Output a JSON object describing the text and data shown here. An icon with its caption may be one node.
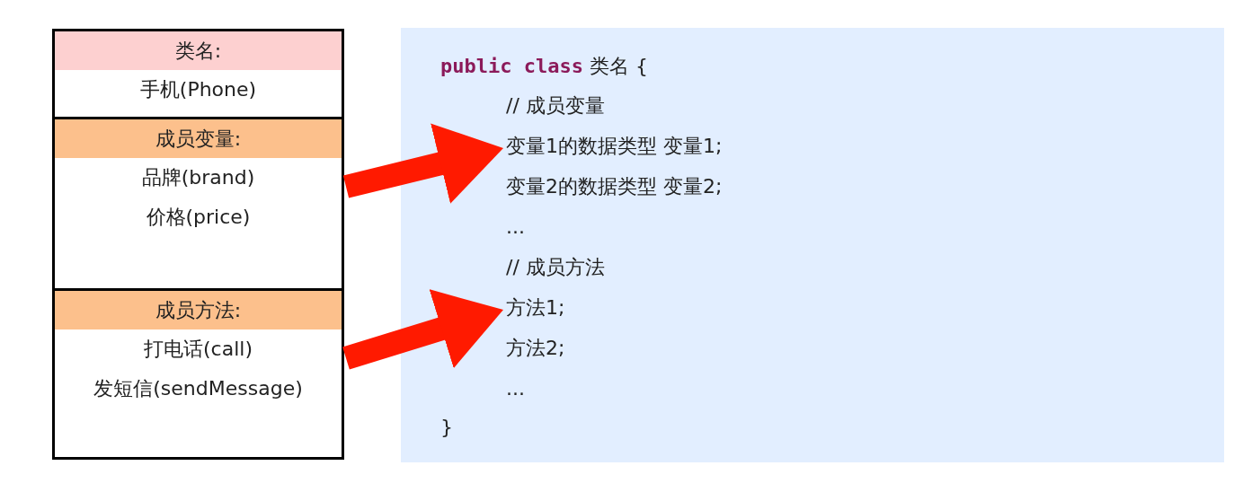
{
  "diagram": {
    "nodes": [
      {
        "text": [
          "类名:",
          "手机(Phone)"
        ]
      },
      {
        "text": [
          "成员变量:",
          "品牌(brand)",
          "价格(price)"
        ]
      },
      {
        "text": [
          "成员方法:",
          "打电话(call)",
          "发短信(sendMessage)"
        ]
      },
      {
        "text": [
          "**public class** 类名 {",
          "}"
        ]
      },
      {
        "text": [
          "// 成员变量",
          "变量1的数据类型 变量1;",
          "变量2的数据类型 变量2;",
          "..."
        ],
        "in": 3
      },
      {
        "text": [
          "// 成员方法",
          "方法1;",
          "方法2;",
          "..."
        ],
        "in": 3
      }
    ],
    "edges": [
      {
        "from": 1,
        "to": 4,
        "arrow": "to"
      },
      {
        "from": 2,
        "to": 5,
        "arrow": "to"
      }
    ]
  }
}
